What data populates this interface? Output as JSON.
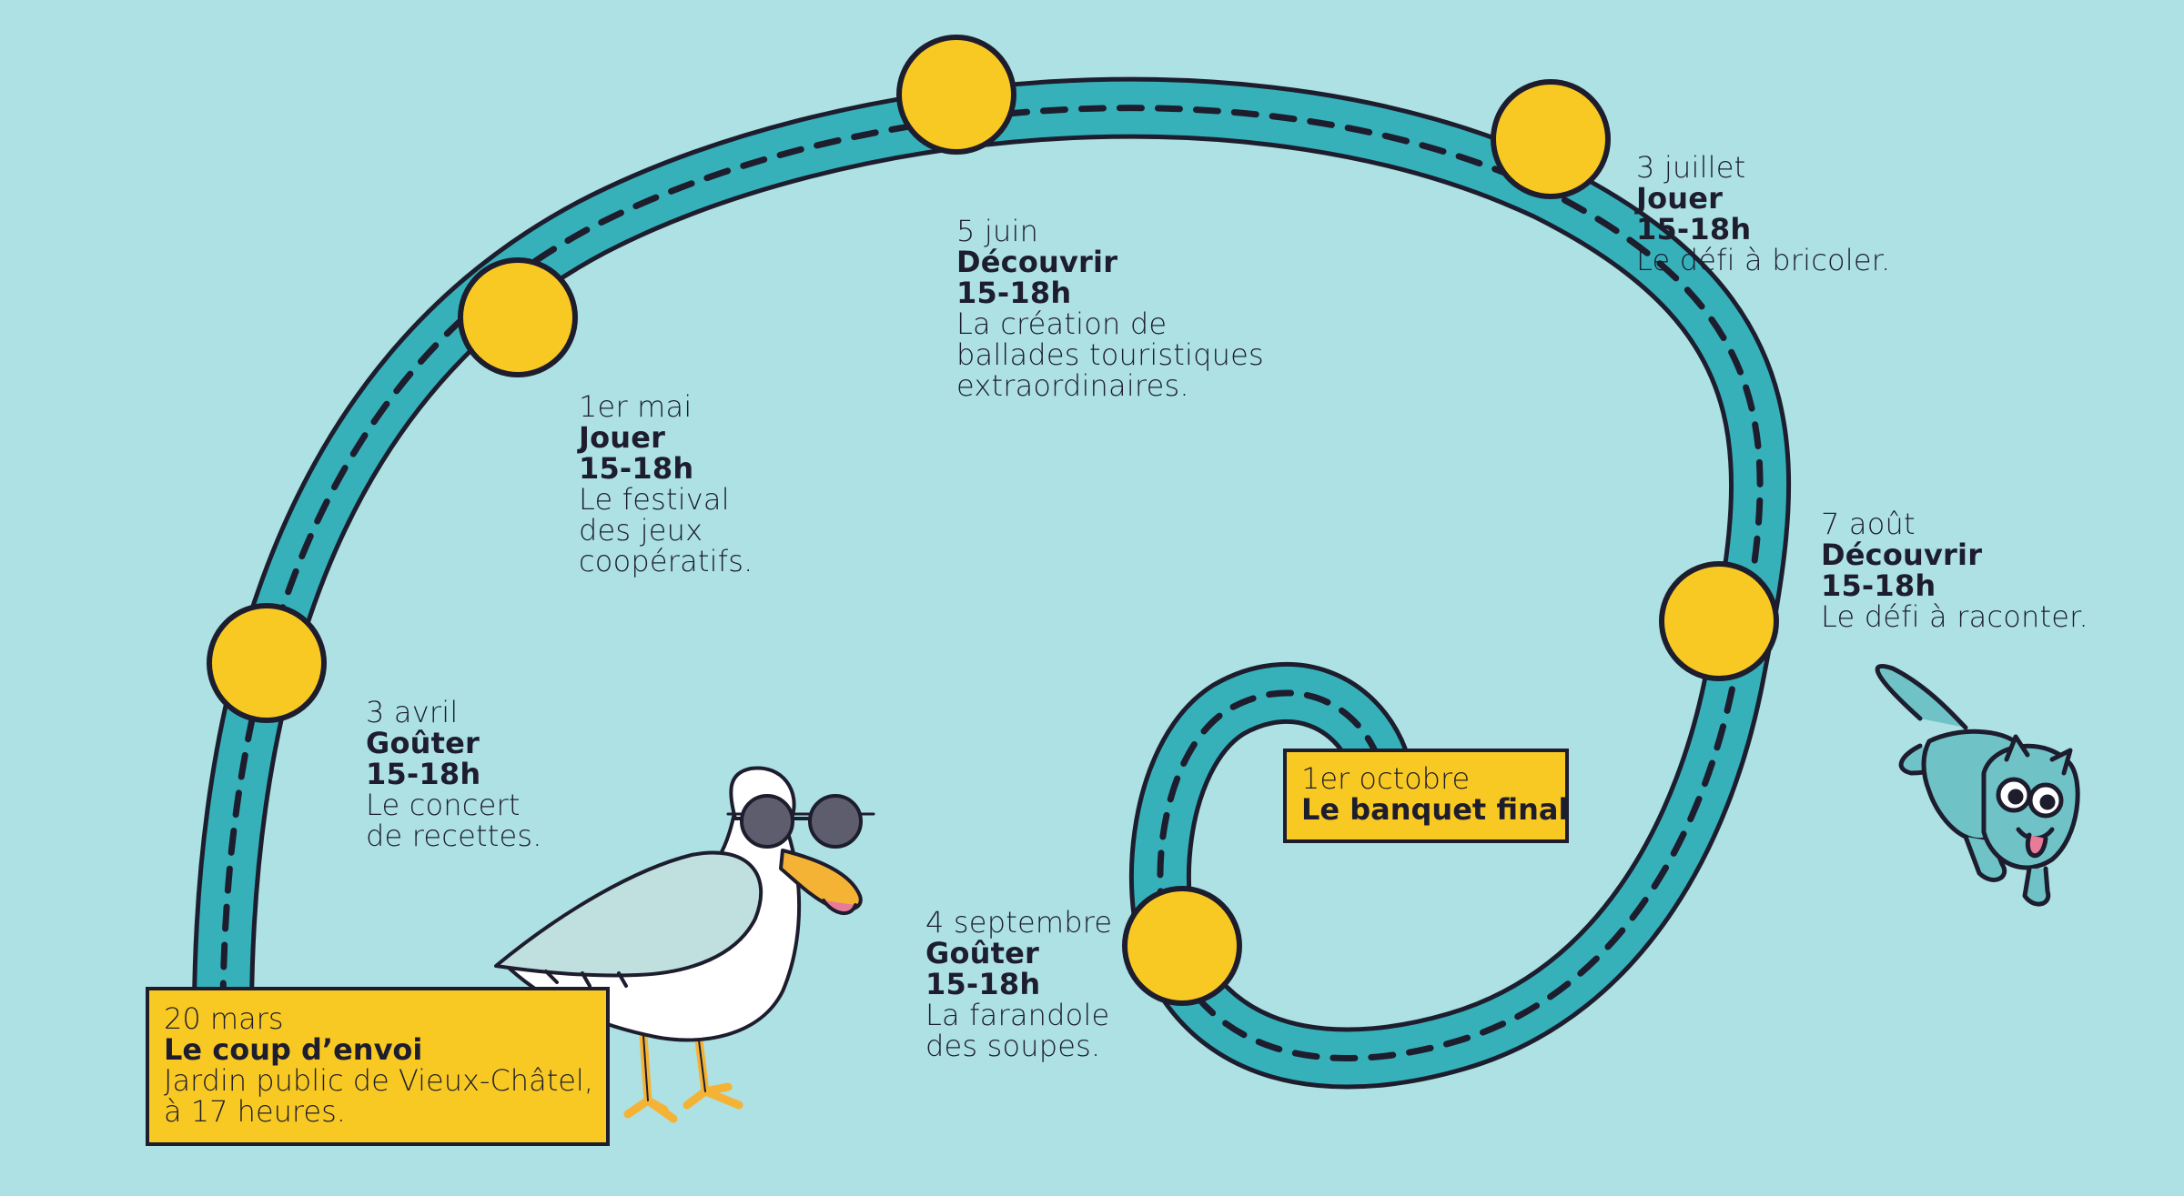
{
  "colors": {
    "background": "#ade1e4",
    "road": "#36b1ba",
    "outline": "#1d1d2e",
    "stop": "#f9c923"
  },
  "events": [
    {
      "date": "20 mars",
      "title": "Le coup d’envoi",
      "lines": [
        "Jardin public de Vieux-Châtel,",
        "à 17 heures."
      ]
    },
    {
      "date": "3 avril",
      "activity": "Goûter",
      "time": "15-18h",
      "lines": [
        "Le concert",
        "de recettes."
      ]
    },
    {
      "date": "1er mai",
      "activity": "Jouer",
      "time": "15-18h",
      "lines": [
        "Le festival",
        "des jeux",
        "coopératifs."
      ]
    },
    {
      "date": "5 juin",
      "activity": "Découvrir",
      "time": "15-18h",
      "lines": [
        "La création de",
        "ballades touristiques",
        "extraordinaires."
      ]
    },
    {
      "date": "3 juillet",
      "activity": "Jouer",
      "time": "15-18h",
      "lines": [
        "Le défi à bricoler."
      ]
    },
    {
      "date": "7 août",
      "activity": "Découvrir",
      "time": "15-18h",
      "lines": [
        "Le défi à raconter."
      ]
    },
    {
      "date": "4 septembre",
      "activity": "Goûter",
      "time": "15-18h",
      "lines": [
        "La farandole",
        "des soupes."
      ]
    },
    {
      "date": "1er octobre",
      "title": "Le banquet final"
    }
  ],
  "illustrations": [
    "seagull-with-sunglasses",
    "cartoon-cat"
  ]
}
